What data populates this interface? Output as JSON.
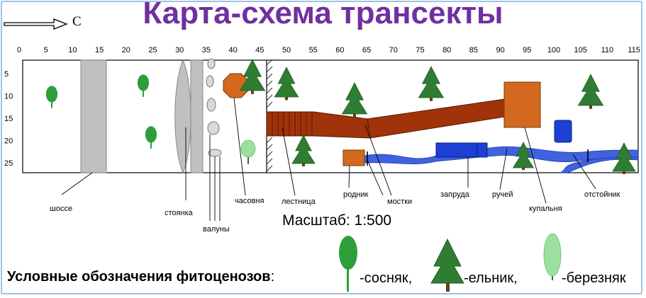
{
  "title": "Карта-схема трансекты",
  "north_label": "С",
  "x_ticks": [
    "0",
    "5",
    "10",
    "15",
    "20",
    "25",
    "30",
    "35",
    "40",
    "45",
    "50",
    "55",
    "60",
    "65",
    "70",
    "75",
    "80",
    "85",
    "90",
    "95",
    "100",
    "105",
    "110",
    "115"
  ],
  "y_ticks": [
    "5",
    "10",
    "15",
    "20",
    "25"
  ],
  "labels": {
    "highway": "шоссе",
    "parking": "стоянка",
    "boulders": "валуны",
    "chapel": "часовня",
    "stairs": "лестница",
    "spring": "родник",
    "bridges": "мостки",
    "dam": "запруда",
    "stream": "ручей",
    "bath": "купальня",
    "settler": "отстойник"
  },
  "scale": "Масштаб: 1:500",
  "legend": {
    "title": "Условные обозначения фитоценозов",
    "colon": ":",
    "pine": "-сосняк,",
    "spruce": "-ельник,",
    "birch": "-березняк"
  },
  "colors": {
    "title": "#7030a0",
    "pine": "#2e9e3a",
    "spruce": "#2e7d32",
    "birch": "#9be09f",
    "road": "#c0c0c0",
    "stairs": "#8b2500",
    "orange": "#d2691e",
    "water": "#3f63e0"
  }
}
